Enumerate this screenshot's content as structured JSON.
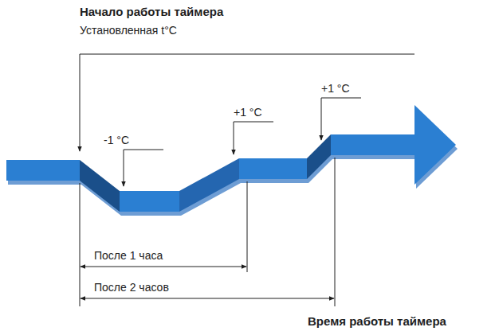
{
  "diagram": {
    "labels": [
      "Начало работы таймера",
      "Установленная t°C",
      "-1 °C",
      "+1 °C",
      "+1 °C",
      "После 1 часа",
      "После 2 часов",
      "Время работы таймера"
    ]
  }
}
